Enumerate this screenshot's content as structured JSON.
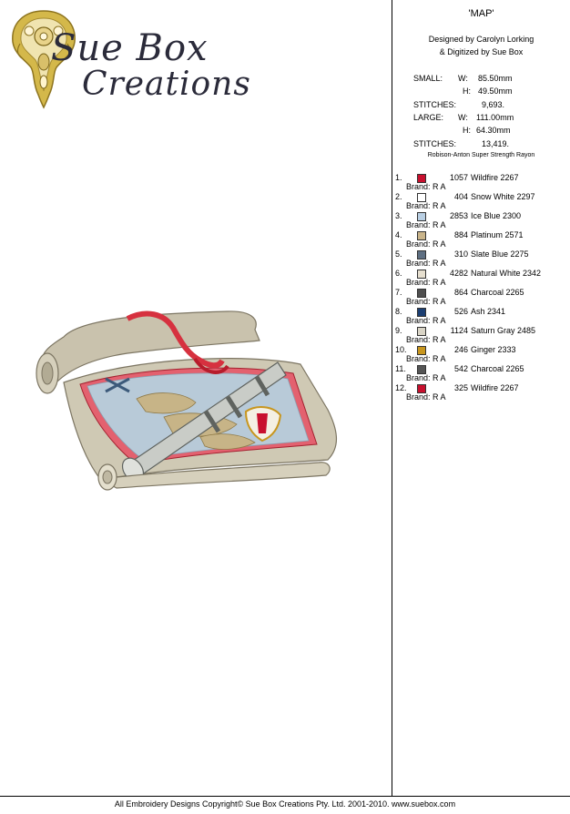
{
  "logo": {
    "line1": "Sue Box",
    "line2": "Creations"
  },
  "design": {
    "title": "'MAP'",
    "designed_by": "Designed by Carolyn Lorking",
    "digitized_by": "& Digitized by Sue Box",
    "small": {
      "label": "SMALL:",
      "w_label": "W:",
      "w": "85.50mm",
      "h_label": "H:",
      "h": "49.50mm"
    },
    "small_stitches": {
      "label": "STITCHES:",
      "value": "9,693."
    },
    "large": {
      "label": "LARGE:",
      "w_label": "W:",
      "w": "111.00mm",
      "h_label": "H:",
      "h": "64.30mm"
    },
    "large_stitches": {
      "label": "STITCHES:",
      "value": "13,419."
    },
    "thread": "Robison-Anton Super Strength Rayon"
  },
  "colors": [
    {
      "num": "1.",
      "code": "1057",
      "name": "Wildfire 2267",
      "brand": "Brand: R A",
      "swatch": "#c8102e"
    },
    {
      "num": "2.",
      "code": "404",
      "name": "Snow White 2297",
      "brand": "Brand: R A",
      "swatch": "#ffffff"
    },
    {
      "num": "3.",
      "code": "2853",
      "name": "Ice Blue 2300",
      "brand": "Brand: R A",
      "swatch": "#b9cfe3"
    },
    {
      "num": "4.",
      "code": "884",
      "name": "Platinum 2571",
      "brand": "Brand: R A",
      "swatch": "#c9b48a"
    },
    {
      "num": "5.",
      "code": "310",
      "name": "Slate Blue 2275",
      "brand": "Brand: R A",
      "swatch": "#5e6f82"
    },
    {
      "num": "6.",
      "code": "4282",
      "name": "Natural White 2342",
      "brand": "Brand: R A",
      "swatch": "#e6dfcf"
    },
    {
      "num": "7.",
      "code": "864",
      "name": "Charcoal 2265",
      "brand": "Brand: R A",
      "swatch": "#4f4f4f"
    },
    {
      "num": "8.",
      "code": "526",
      "name": "Ash 2341",
      "brand": "Brand: R A",
      "swatch": "#1c3f72"
    },
    {
      "num": "9.",
      "code": "1124",
      "name": "Saturn Gray 2485",
      "brand": "Brand: R A",
      "swatch": "#d9d4c6"
    },
    {
      "num": "10.",
      "code": "246",
      "name": "Ginger 2333",
      "brand": "Brand: R A",
      "swatch": "#c8961e"
    },
    {
      "num": "11.",
      "code": "542",
      "name": "Charcoal 2265",
      "brand": "Brand: R A",
      "swatch": "#555555"
    },
    {
      "num": "12.",
      "code": "325",
      "name": "Wildfire 2267",
      "brand": "Brand: R A",
      "swatch": "#c8102e"
    }
  ],
  "footer": "All Embroidery Designs Copyright© Sue Box Creations Pty. Ltd. 2001-2010. www.suebox.com"
}
